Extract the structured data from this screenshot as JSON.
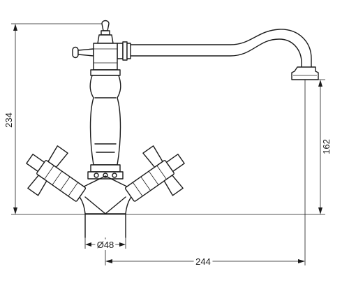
{
  "dimensions": {
    "total_height": "234",
    "spout_height": "162",
    "spout_reach": "244",
    "base_diameter": "Ø48"
  }
}
